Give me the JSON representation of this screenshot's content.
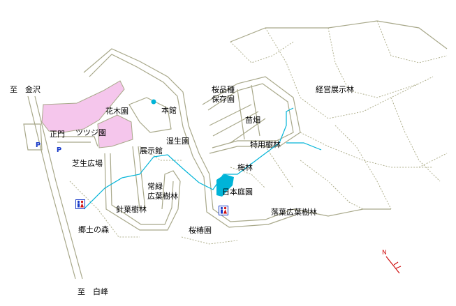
{
  "map": {
    "labels": {
      "to_kanazawa": "至　金沢",
      "to_hakusan": "至　白峰",
      "main_gate": "正門",
      "lawn_plaza": "芝生広場",
      "azalea_garden": "ツツジ園",
      "flower_garden": "花木園",
      "main_hall": "本館",
      "exhibition_hall": "展示館",
      "wet_garden": "湿生園",
      "evergreen_forest_1": "常緑",
      "evergreen_forest_2": "広葉樹林",
      "conifer_forest": "針葉樹林",
      "hometown_forest": "郷土の森",
      "cherry_preserve_1": "桜品種",
      "cherry_preserve_2": "保存園",
      "nursery": "苗畑",
      "special_forest": "特用樹林",
      "plum_forest": "梅林",
      "japanese_garden": "日本庭園",
      "camellia_garden": "桜椿園",
      "deciduous_forest": "落葉広葉樹林",
      "management_forest": "経営展示林"
    },
    "parking_symbol": "P",
    "compass_symbol": "N",
    "colors": {
      "road": "#a8a88a",
      "trail": "#b0b08e",
      "river": "#00b4d8",
      "garden_fill": "#f5c6ec",
      "parking": "#1a3cc8",
      "restroom": "#1a3cc8",
      "compass": "#d01010"
    }
  }
}
